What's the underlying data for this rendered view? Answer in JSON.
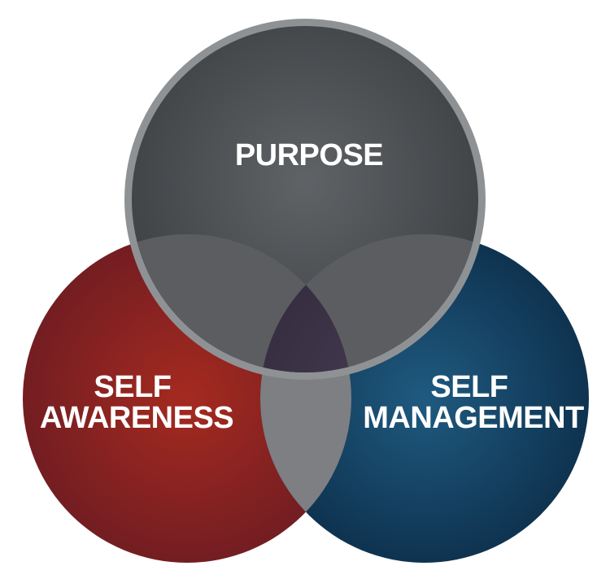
{
  "diagram": {
    "type": "venn",
    "circles": [
      {
        "id": "purpose",
        "lines": [
          "PURPOSE"
        ],
        "color": "#4c4f52",
        "ring_color": "#8f9295"
      },
      {
        "id": "self-awareness",
        "lines": [
          "SELF",
          "AWARENESS"
        ],
        "color": "#8e2322"
      },
      {
        "id": "self-management",
        "lines": [
          "SELF",
          "MANAGEMENT"
        ],
        "color": "#123f5f"
      }
    ],
    "overlap_colors": {
      "purpose_awareness": "#5b5d60",
      "purpose_management": "#5b5d60",
      "awareness_management": "#7d7f82",
      "center": "#3e3548"
    }
  }
}
